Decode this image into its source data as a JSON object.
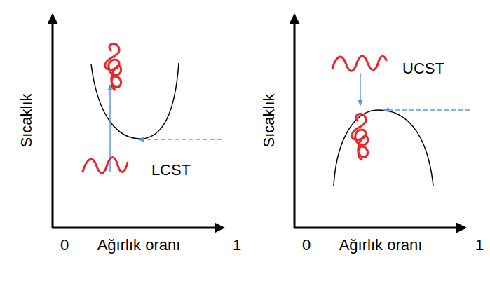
{
  "diagram": {
    "labels": [
      "Sıcaklık",
      "0",
      "Ağırlık oranı",
      "1",
      "LCST",
      "Sıcaklık",
      "0",
      "Ağırlık oranı",
      "1",
      "UCST"
    ]
  }
}
